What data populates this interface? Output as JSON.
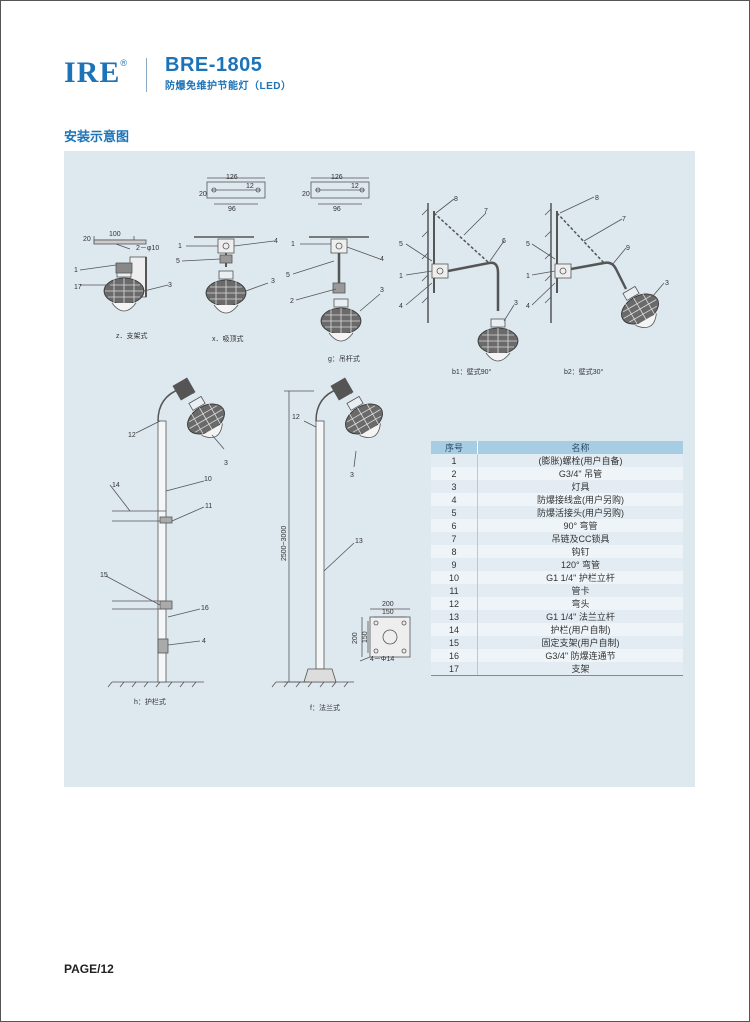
{
  "header": {
    "brand": "IRE",
    "registered_mark": "®",
    "model": "BRE-1805",
    "subtitle": "防爆免维护节能灯（LED）"
  },
  "section_title": "安装示意图",
  "diagrams": {
    "z": "z．支架式",
    "x": "x．吸顶式",
    "g": "g：吊杆式",
    "b1": "b1：壁式90°",
    "b2": "b2：壁式30°",
    "h": "h：护栏式",
    "f": "f：法兰式"
  },
  "dimensions": {
    "d126": "126",
    "d96": "96",
    "d12": "12",
    "d20": "20",
    "d100": "100",
    "phi10": "2－φ10",
    "height_range": "2500~3000",
    "d200": "200",
    "d150": "150",
    "bolt": "4－Φ14"
  },
  "parts_table": {
    "headers": [
      "序号",
      "名称"
    ],
    "rows": [
      [
        "1",
        "(膨胀)螺栓(用户自备)"
      ],
      [
        "2",
        "G3/4\" 吊管"
      ],
      [
        "3",
        "灯具"
      ],
      [
        "4",
        "防爆接线盒(用户另购)"
      ],
      [
        "5",
        "防爆活接头(用户另购)"
      ],
      [
        "6",
        "90° 弯管"
      ],
      [
        "7",
        "吊链及CC锁具"
      ],
      [
        "8",
        "钩钉"
      ],
      [
        "9",
        "120° 弯管"
      ],
      [
        "10",
        "G1 1/4\" 护栏立杆"
      ],
      [
        "11",
        "管卡"
      ],
      [
        "12",
        "弯头"
      ],
      [
        "13",
        "G1 1/4\" 法兰立杆"
      ],
      [
        "14",
        "护栏(用户自制)"
      ],
      [
        "15",
        "固定支架(用户自制)"
      ],
      [
        "16",
        "G3/4\" 防爆连通节"
      ],
      [
        "17",
        "支架"
      ]
    ]
  },
  "footer": {
    "page": "PAGE/12"
  }
}
